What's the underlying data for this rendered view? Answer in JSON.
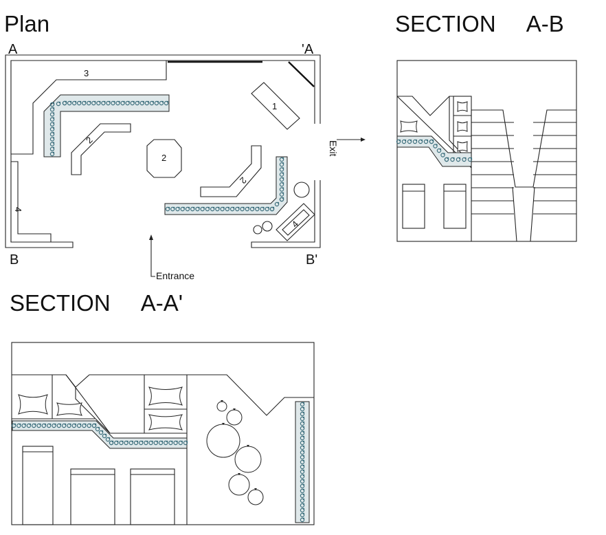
{
  "titles": {
    "plan": "Plan",
    "section_ab": "SECTION     A-B",
    "section_aa": "SECTION     A-A'"
  },
  "corner_labels": {
    "a": "A",
    "a_prime": "'A",
    "b": "B",
    "b_prime": "B'"
  },
  "annotations": {
    "exit": "Exit",
    "entrance": "Entrance"
  },
  "plan_numbers": {
    "n3": "3",
    "n1": "1",
    "n2_left": "2",
    "n2_center": "2",
    "n2_right": "2",
    "n4_left": "4",
    "n4_right": "4"
  },
  "colors": {
    "line": "#222222",
    "plant_fill": "#dfe8ea",
    "plant_leaf": "#3d6f7d",
    "background": "#ffffff"
  }
}
